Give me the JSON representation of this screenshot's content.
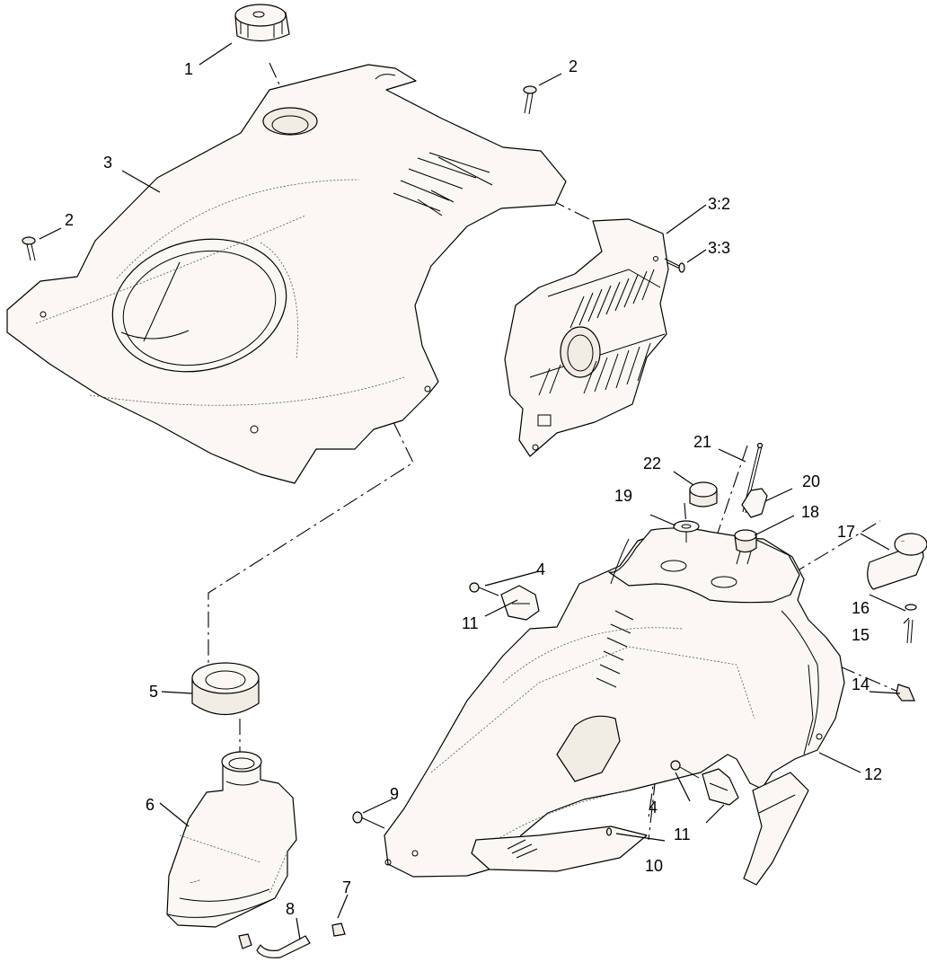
{
  "callouts": {
    "c1": "1",
    "c2a": "2",
    "c2b": "2",
    "c3": "3",
    "c3_2": "3:2",
    "c3_3": "3:3",
    "c4a": "4",
    "c4b": "4",
    "c5": "5",
    "c6": "6",
    "c7": "7",
    "c8": "8",
    "c9": "9",
    "c10": "10",
    "c11a": "11",
    "c11b": "11",
    "c12": "12",
    "c14": "14",
    "c15": "15",
    "c16": "16",
    "c17": "17",
    "c18": "18",
    "c19": "19",
    "c20": "20",
    "c21": "21",
    "c22": "22"
  }
}
